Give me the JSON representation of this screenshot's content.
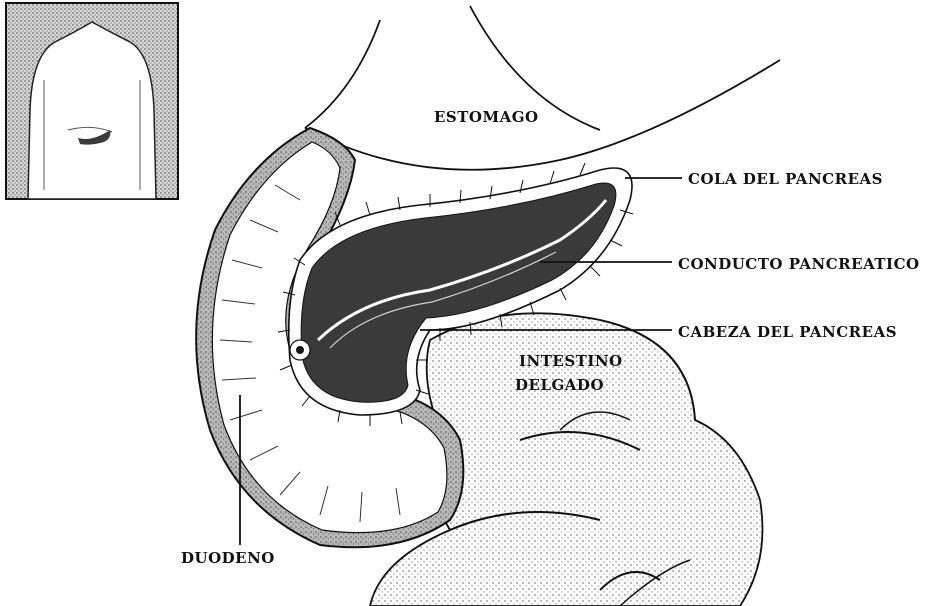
{
  "labels": {
    "stomach": "ESTOMAGO",
    "tail": "COLA DEL PANCREAS",
    "duct": "CONDUCTO PANCREATICO",
    "head": "CABEZA DEL PANCREAS",
    "intestine_line1": "INTESTINO",
    "intestine_line2": "DELGADO",
    "duodenum": "DUODENO"
  },
  "colors": {
    "ink": "#111111",
    "pancreas_fill": "#3a3a3a",
    "stipple": "#9a9a9a",
    "inset_bg": "#d6d6d6"
  }
}
